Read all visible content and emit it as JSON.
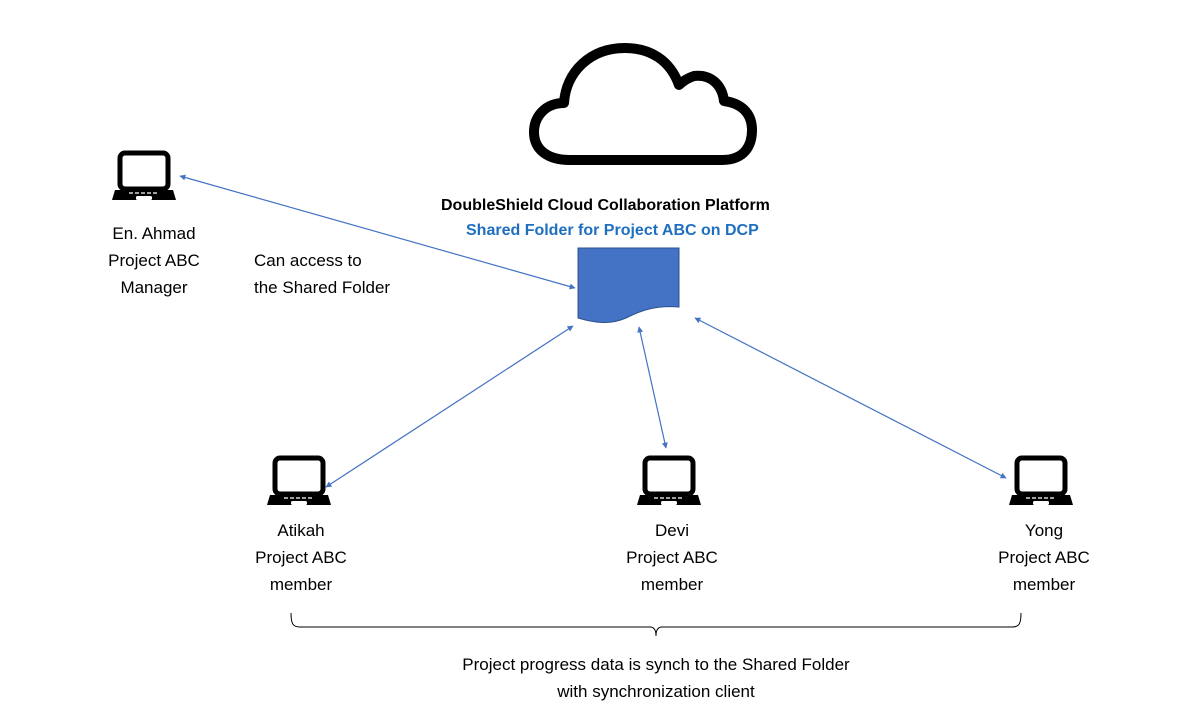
{
  "platform": {
    "title": "DoubleShield Cloud Collaboration Platform",
    "subtitle": "Shared Folder for Project ABC on DCP",
    "subtitle_color": "#1F6FC0",
    "cloud_icon": "cloud-icon",
    "folder_icon": "document-icon",
    "folder_color": "#4472C4"
  },
  "arrow_color": "#4472C4",
  "manager": {
    "icon": "laptop-icon",
    "lines": [
      "En. Ahmad",
      "Project ABC",
      "Manager"
    ],
    "access_note": [
      "Can access to",
      "the Shared Folder"
    ]
  },
  "members": [
    {
      "icon": "laptop-icon",
      "lines": [
        "Atikah",
        "Project ABC",
        "member"
      ]
    },
    {
      "icon": "laptop-icon",
      "lines": [
        "Devi",
        "Project ABC",
        "member"
      ]
    },
    {
      "icon": "laptop-icon",
      "lines": [
        "Yong",
        "Project ABC",
        "member"
      ]
    }
  ],
  "footnote": {
    "lines": [
      "Project progress data is synch to the Shared Folder",
      "with synchronization client"
    ]
  }
}
